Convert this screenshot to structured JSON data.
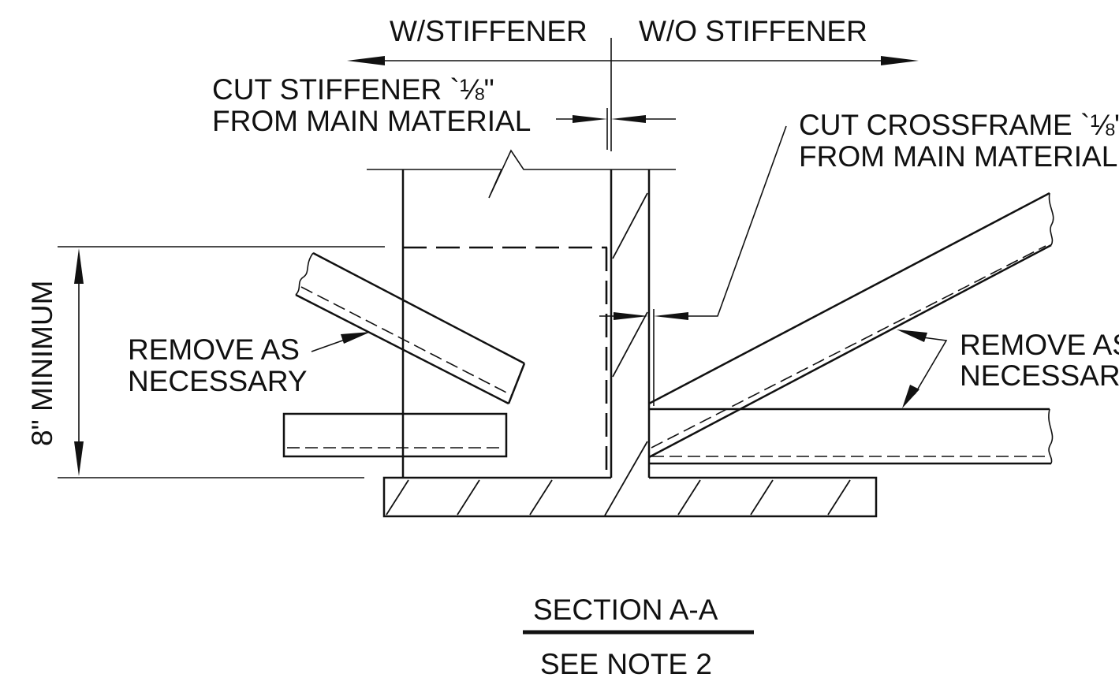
{
  "labels": {
    "with_stiffener": "W/STIFFENER",
    "without_stiffener": "W/O STIFFENER",
    "cut_stiffener_line1": "CUT STIFFENER `⅛\"",
    "cut_stiffener_line2": "FROM MAIN MATERIAL",
    "cut_crossframe_line1": "CUT CROSSFRAME `⅛\"",
    "cut_crossframe_line2": "FROM MAIN MATERIAL",
    "remove_left_line1": "REMOVE AS",
    "remove_left_line2": "NECESSARY",
    "remove_right_line1": "REMOVE AS",
    "remove_right_line2": "NECESSARY",
    "minimum_dimension": "8\" MINIMUM",
    "section_title": "SECTION A-A",
    "section_note": "SEE NOTE 2"
  },
  "colors": {
    "ink": "#111111",
    "background": "#ffffff"
  }
}
